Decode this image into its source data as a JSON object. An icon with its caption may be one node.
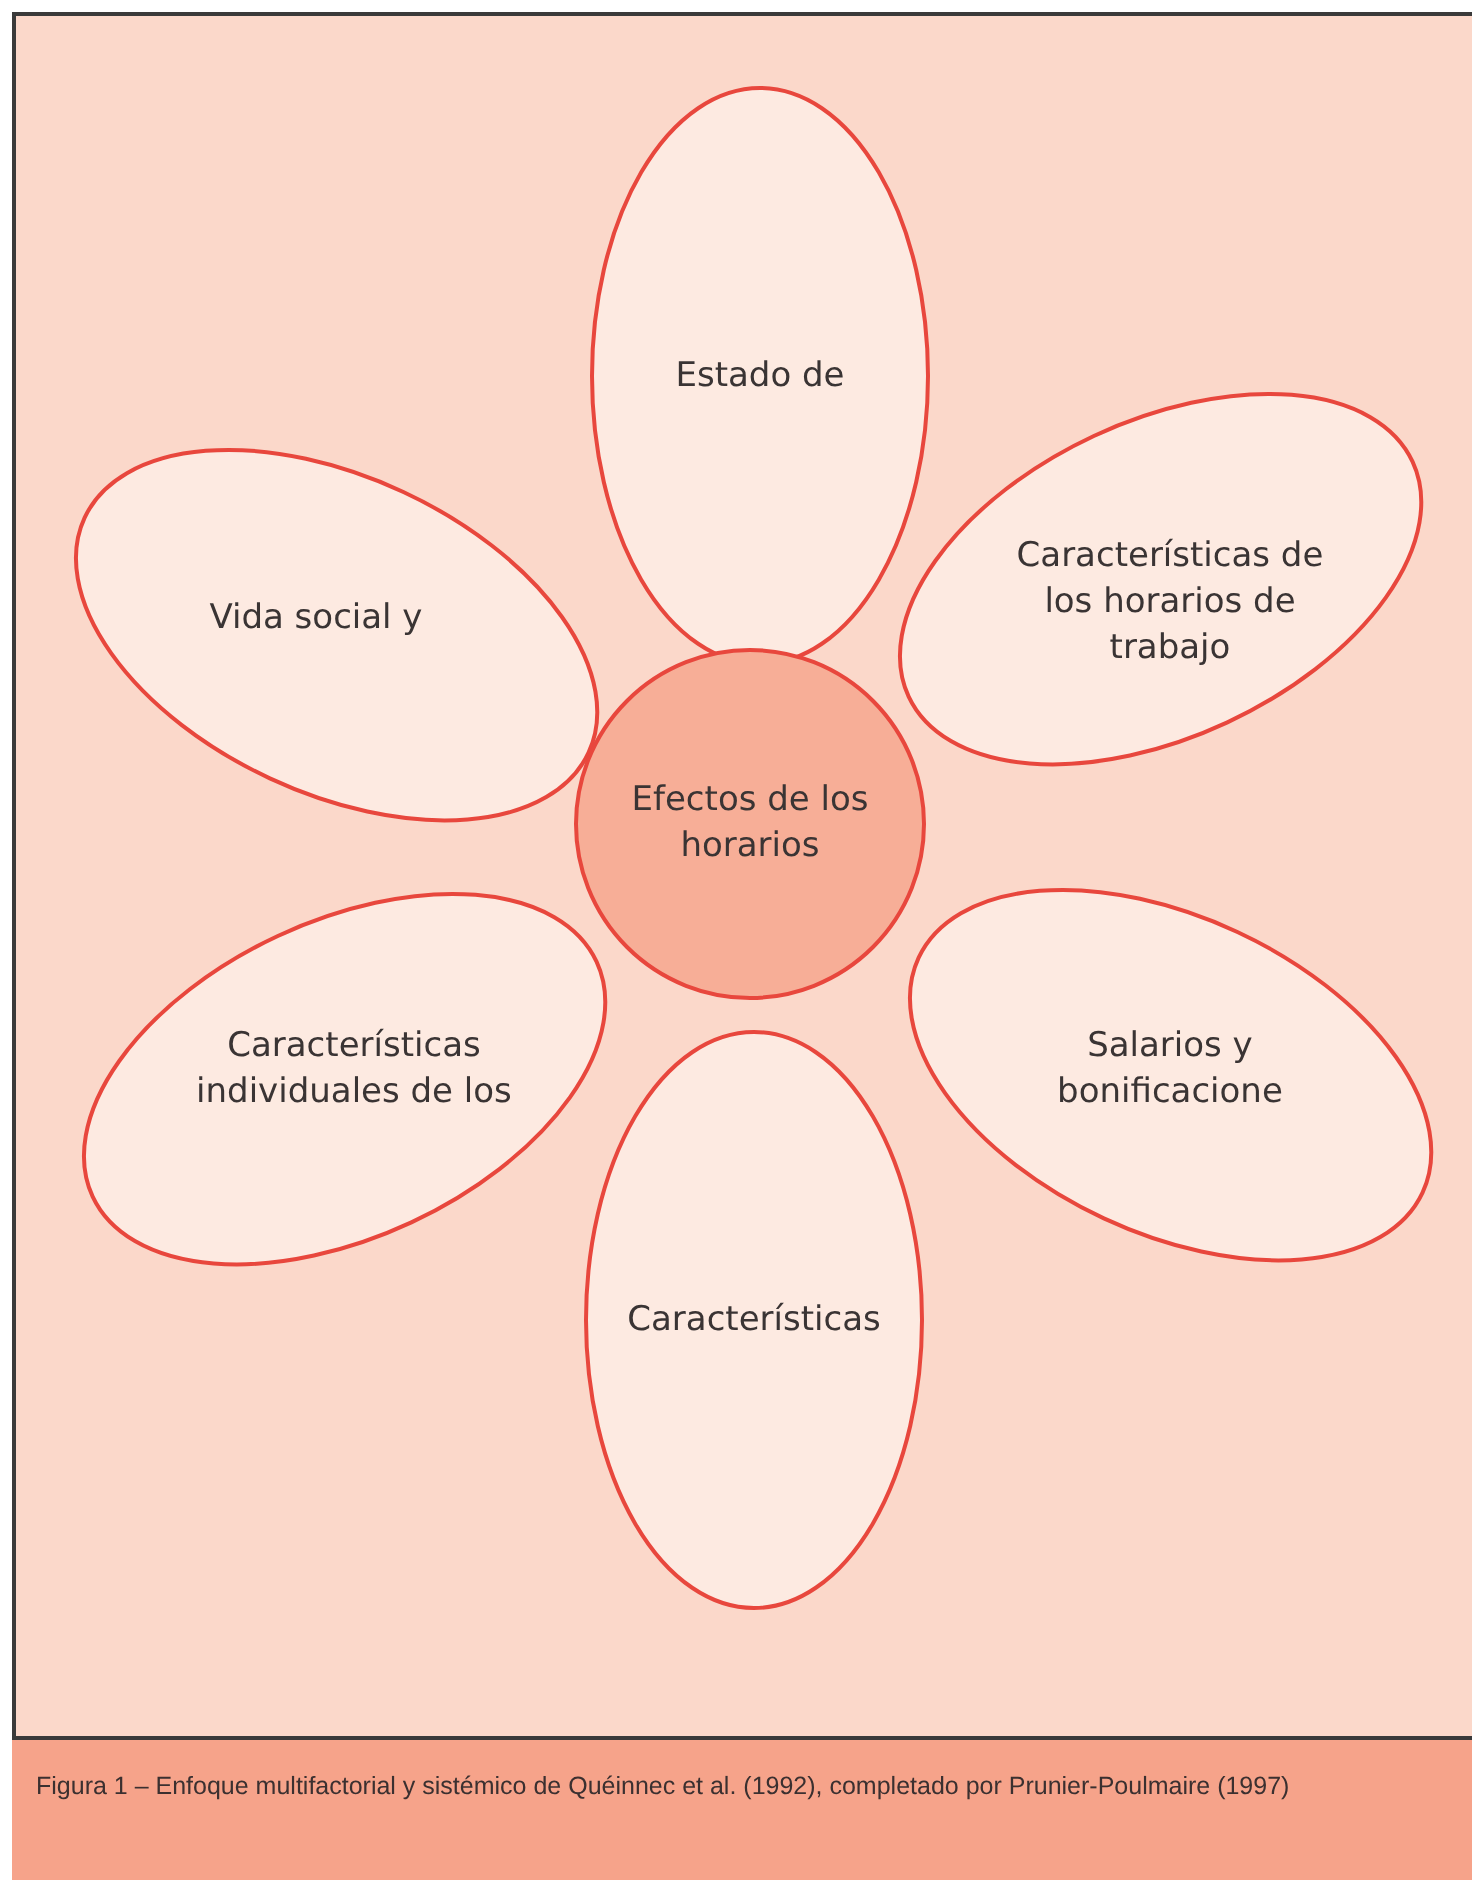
{
  "diagram": {
    "caption": "Figura 1 – Enfoque multifactorial y sistémico de Quéinnec et al. (1992), completado por Prunier-Poulmaire (1997)",
    "nodes": [
      {
        "text": [
          "Estado de"
        ]
      },
      {
        "text": [
          "Vida social y"
        ]
      },
      {
        "text": [
          "Características de los horarios de trabajo"
        ]
      },
      {
        "text": [
          "Efectos de los horarios"
        ]
      },
      {
        "text": [
          "Características individuales de los"
        ]
      },
      {
        "text": [
          "Salarios y bonificacione"
        ]
      },
      {
        "text": [
          "Características"
        ]
      }
    ]
  }
}
